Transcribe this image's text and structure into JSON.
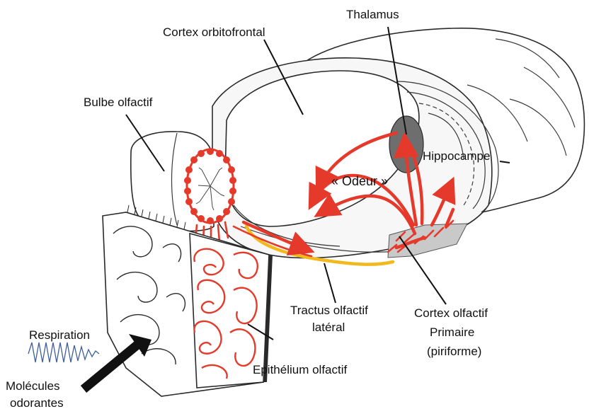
{
  "labels": {
    "thalamus": "Thalamus",
    "cortex_orbitofrontal": "Cortex orbitofrontal",
    "bulbe_olfactif": "Bulbe olfactif",
    "hippocampe": "Hippocampe",
    "odeur": "« Odeur »",
    "tractus_line1": "Tractus olfactif",
    "tractus_line2": "latéral",
    "cortex_olfactif_line1": "Cortex olfactif",
    "cortex_olfactif_line2": "Primaire",
    "cortex_olfactif_line3": "(piriforme)",
    "respiration": "Respiration",
    "epithelium": "Epithélium olfactif",
    "molecules_line1": "Molécules",
    "molecules_line2": "odorantes"
  },
  "colors": {
    "pathway": "#e53a2b",
    "tract": "#f2b81c",
    "thalamus": "#6e6e6e",
    "cortex_region": "#c9c9c9",
    "respiration_wave": "#3f5f9a"
  }
}
